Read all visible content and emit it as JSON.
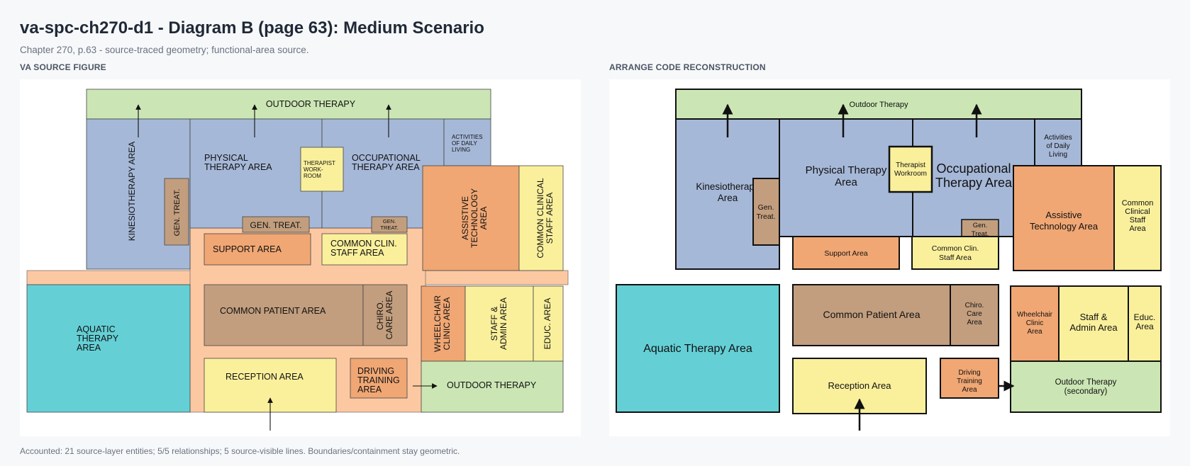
{
  "page": {
    "title": "va-spc-ch270-d1 - Diagram B (page 63): Medium Scenario",
    "subtitle": "Chapter 270, p.63 - source-traced geometry; functional-area source.",
    "left_panel_label": "VA SOURCE FIGURE",
    "right_panel_label": "ARRANGE CODE RECONSTRUCTION",
    "footer": "Accounted: 21 source-layer entities; 5/5 relationships; 5 source-visible lines. Boundaries/containment stay geometric."
  },
  "colors": {
    "page_bg": "#f7f8fa",
    "outdoor": "#cbe6b4",
    "therapy_blue": "#a6b8d8",
    "tan": "#c29e7e",
    "orange": "#f0a774",
    "yellow": "#faf09c",
    "aquatic": "#64d0d6",
    "circulation": "#fcc8a2"
  },
  "source": {
    "outdoor_top": "OUTDOOR THERAPY",
    "kinesio": "KINESIOTHERAPY AREA",
    "physical": [
      "PHYSICAL",
      "THERAPY AREA"
    ],
    "therapist": [
      "THERAPIST",
      "WORK-",
      "ROOM"
    ],
    "occupational": [
      "OCCUPATIONAL",
      "THERAPY AREA"
    ],
    "adl": [
      "ACTIVITIES",
      "OF DAILY",
      "LIVING"
    ],
    "gen_treat_v": "GEN. TREAT.",
    "gen_treat_h": "GEN. TREAT.",
    "gen_treat_small": [
      "GEN.",
      "TREAT."
    ],
    "support": "SUPPORT AREA",
    "common_clin": [
      "COMMON CLIN.",
      "STAFF AREA"
    ],
    "assistive": [
      "ASSISTIVE",
      "TECHNOLOGY",
      "AREA"
    ],
    "common_clinical_staff": [
      "COMMON CLINICAL",
      "STAFF AREA"
    ],
    "aquatic": [
      "AQUATIC",
      "THERAPY",
      "AREA"
    ],
    "common_patient": "COMMON PATIENT AREA",
    "chiro": [
      "CHIRO.",
      "CARE AREA"
    ],
    "wheelchair": [
      "WHEELCHAIR",
      "CLINIC AREA"
    ],
    "staff_admin": [
      "STAFF &",
      "ADMIN AREA"
    ],
    "educ": "EDUC. AREA",
    "reception": "RECEPTION AREA",
    "driving": [
      "DRIVING",
      "TRAINING",
      "AREA"
    ],
    "outdoor_bottom": "OUTDOOR THERAPY"
  },
  "recon": {
    "outdoor_top": "Outdoor Therapy",
    "kinesio": [
      "Kinesiotherapy",
      "Area"
    ],
    "gen_treat_left": [
      "Gen.",
      "Treat."
    ],
    "physical": [
      "Physical Therapy",
      "Area"
    ],
    "therapist": [
      "Therapist",
      "Workroom"
    ],
    "occupational": [
      "Occupational",
      "Therapy Area"
    ],
    "adl": [
      "Activities",
      "of Daily",
      "Living"
    ],
    "assistive": [
      "Assistive",
      "Technology Area"
    ],
    "common_clinical_staff": [
      "Common",
      "Clinical",
      "Staff",
      "Area"
    ],
    "gen_treat_small": [
      "Gen.",
      "Treat."
    ],
    "support": "Support Area",
    "common_clin": [
      "Common Clin.",
      "Staff Area"
    ],
    "aquatic": "Aquatic Therapy Area",
    "common_patient": "Common Patient Area",
    "chiro": [
      "Chiro.",
      "Care",
      "Area"
    ],
    "wheelchair": [
      "Wheelchair",
      "Clinic",
      "Area"
    ],
    "staff_admin": [
      "Staff &",
      "Admin Area"
    ],
    "educ": [
      "Educ.",
      "Area"
    ],
    "reception": "Reception Area",
    "driving": [
      "Driving",
      "Training",
      "Area"
    ],
    "outdoor_secondary": [
      "Outdoor Therapy",
      "(secondary)"
    ]
  }
}
